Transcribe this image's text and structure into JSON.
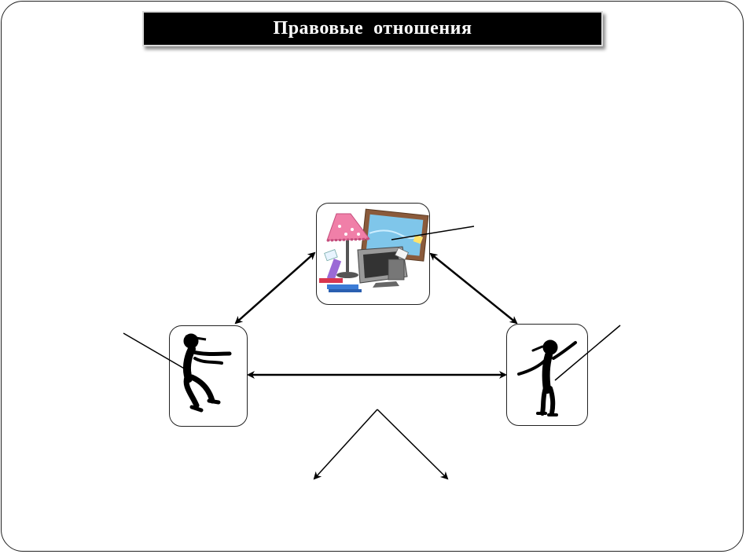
{
  "slide": {
    "title": "Правовые  отношения"
  },
  "nodes": [
    {
      "id": "object",
      "icon": "household-items-icon"
    },
    {
      "id": "subject-left",
      "icon": "person-silhouette-icon"
    },
    {
      "id": "subject-right",
      "icon": "person-silhouette-icon"
    }
  ],
  "colors": {
    "title_background": "#000000",
    "title_text": "#ffffff",
    "lines": "#000000"
  }
}
